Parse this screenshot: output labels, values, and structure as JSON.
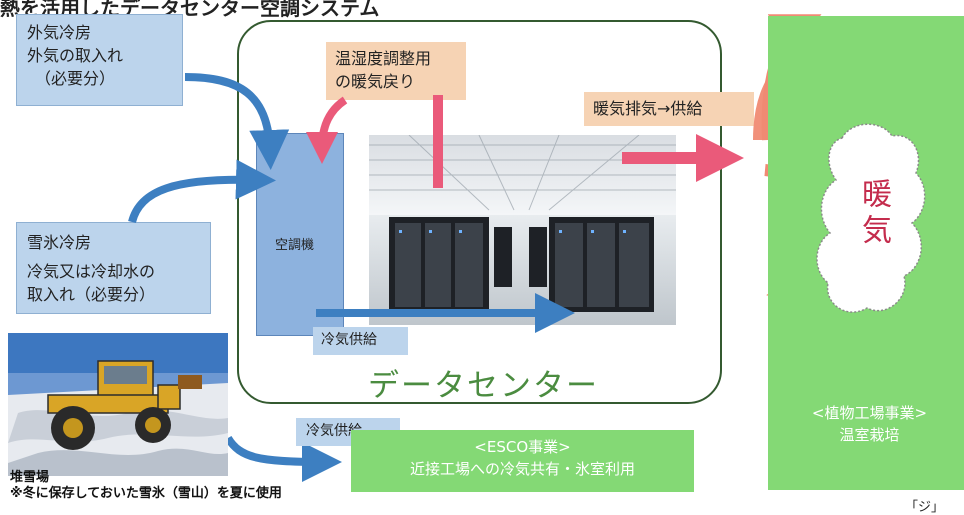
{
  "title": "熱を活用したデータセンター空調システム",
  "outside_air": {
    "heading": "外気冷房",
    "line1": "外気の取入れ",
    "line2": "（必要分）"
  },
  "snow_cooling": {
    "heading": "雪氷冷房",
    "line1": "冷気又は冷却水の",
    "line2": "取入れ（必要分）"
  },
  "return_heat": {
    "line1": "温湿度調整用",
    "line2": "の暖気戻り"
  },
  "exhaust_heat": "暖気排気→供給",
  "ac_unit": "空調機",
  "cold_supply_inner": "冷気供給",
  "cold_supply_outer": "冷気供給",
  "datacenter_label": "データセンター",
  "heat_cloud": "暖気",
  "esco": {
    "line1": "<ESCO事業>",
    "line2": "近接工場への冷気共有・氷室利用"
  },
  "plant_factory": {
    "line1": "<植物工場事業>",
    "line2": "温室栽培"
  },
  "snow_yard": {
    "line1": "堆雪場",
    "line2": "※冬に保存しておいた雪氷（雪山）を夏に使用"
  },
  "corner_mark": "「ジ」"
}
